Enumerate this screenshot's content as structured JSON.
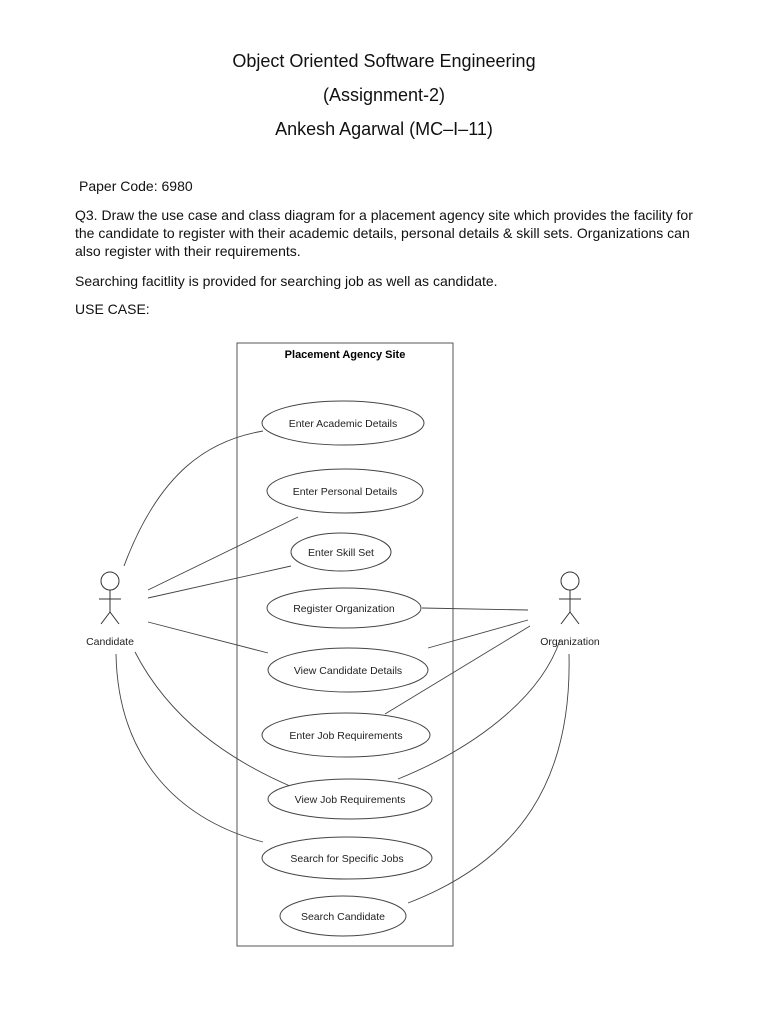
{
  "header": {
    "title": "Object Oriented Software Engineering",
    "subtitle": "(Assignment-2)",
    "author": "Ankesh Agarwal (MC–I–11)"
  },
  "body": {
    "paper_code": "Paper Code: 6980",
    "question": "Q3. Draw the use case and class diagram for a placement agency site which provides the facility for the candidate to register with their academic details, personal details & skill sets. Organizations can also register with their requirements.",
    "search_note": "Searching facitlity is provided for searching job as well as candidate.",
    "usecase_heading": "USE CASE:"
  },
  "diagram": {
    "system_title": "Placement Agency Site",
    "actors": {
      "candidate": "Candidate",
      "organization": "Organization"
    },
    "use_cases": [
      "Enter Academic Details",
      "Enter Personal Details",
      "Enter Skill Set",
      "Register Organization",
      "View Candidate Details",
      "Enter Job Requirements",
      "View Job Requirements",
      "Search for Specific Jobs",
      "Search Candidate"
    ]
  }
}
